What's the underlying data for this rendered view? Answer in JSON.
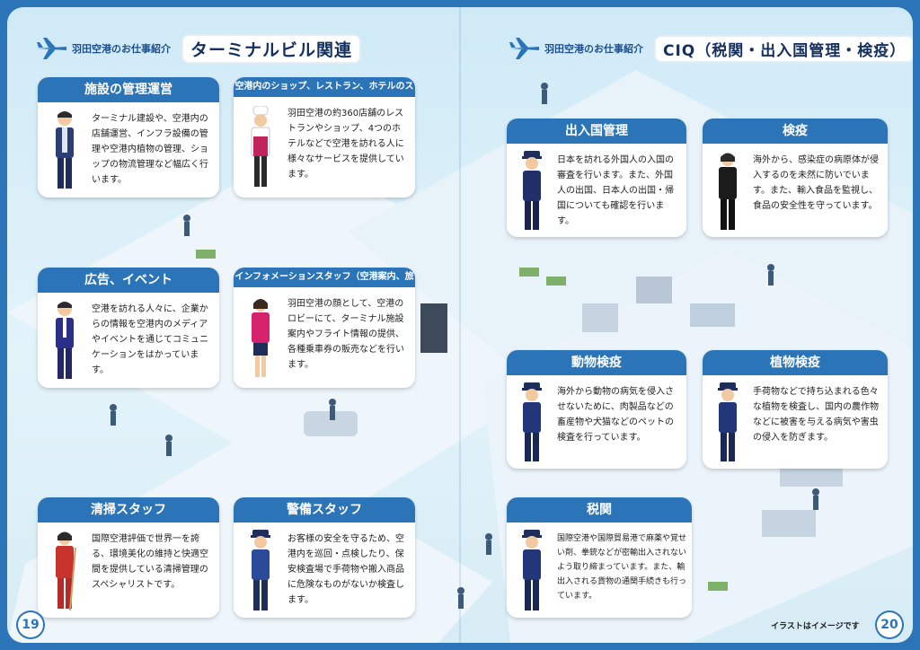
{
  "left_page": {
    "header": {
      "subtitle": "羽田空港のお仕事紹介",
      "title": "ターミナルビル関連"
    },
    "cards": {
      "facility": {
        "title": "施設の管理運営",
        "text": "ターミナル建設や、空港内の店舗運営、インフラ設備の管理や空港内植物の管理、ショップの物流管理など幅広く行います。"
      },
      "shops": {
        "title": "空港内のショップ、レストラン、ホテルのスタッフ",
        "text": "羽田空港の約360店舗のレストランやショップ、4つのホテルなどで空港を訪れる人に様々なサービスを提供しています。"
      },
      "ads": {
        "title": "広告、イベント",
        "text": "空港を訪れる人々に、企業からの情報を空港内のメディアやイベントを通じてコミュニケーションをはかっています。"
      },
      "info": {
        "title": "インフォメーションスタッフ（空港案内、旅客サービス）",
        "text": "羽田空港の顔として、空港のロビーにて、ターミナル施設案内やフライト情報の提供、各種乗車券の販売などを行います。"
      },
      "cleaning": {
        "title": "清掃スタッフ",
        "text": "国際空港評価で世界一を誇る、環境美化の維持と快適空間を提供している清掃管理のスペシャリストです。"
      },
      "security": {
        "title": "警備スタッフ",
        "text": "お客様の安全を守るため、空港内を巡回・点検したり、保安検査場で手荷物や搬入商品に危険なものがないか検査します。"
      }
    },
    "page_number": "19"
  },
  "right_page": {
    "header": {
      "subtitle": "羽田空港のお仕事紹介",
      "title": "CIQ（税関・出入国管理・検疫）"
    },
    "cards": {
      "immigration": {
        "title": "出入国管理",
        "text": "日本を訪れる外国人の入国の審査を行います。また、外国人の出国、日本人の出国・帰国についても確認を行います。"
      },
      "quarantine": {
        "title": "検疫",
        "text": "海外から、感染症の病原体が侵入するのを未然に防いでいます。また、輸入食品を監視し、食品の安全性を守っています。"
      },
      "animal": {
        "title": "動物検疫",
        "text": "海外から動物の病気を侵入させないために、肉製品などの畜産物や犬猫などのペットの検査を行っています。"
      },
      "plant": {
        "title": "植物検疫",
        "text": "手荷物などで持ち込まれる色々な植物を検査し、国内の農作物などに被害を与える病気や害虫の侵入を防ぎます。"
      },
      "customs": {
        "title": "税関",
        "text": "国際空港や国際貿易港で麻薬や覚せい剤、拳銃などが密輸出入されないよう取り締まっています。また、輸出入される貨物の通関手続きも行っています。"
      }
    },
    "note": "イラストはイメージです",
    "page_number": "20"
  },
  "colors": {
    "primary_blue": "#2b74b8",
    "navy": "#15305e",
    "background": "#d7ecf5"
  }
}
